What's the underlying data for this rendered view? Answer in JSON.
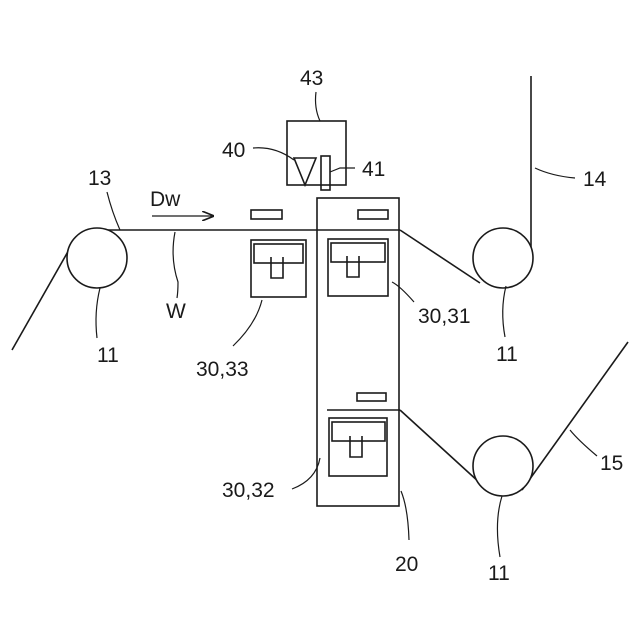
{
  "labels": {
    "ref_43": "43",
    "ref_40": "40",
    "ref_41": "41",
    "ref_13": "13",
    "ref_dw": "Dw",
    "ref_14": "14",
    "ref_w": "W",
    "ref_11_left": "11",
    "ref_30_33": "30,33",
    "ref_30_31": "30,31",
    "ref_11_right": "11",
    "ref_15": "15",
    "ref_30_32": "30,32",
    "ref_20": "20",
    "ref_11_bottom": "11"
  }
}
